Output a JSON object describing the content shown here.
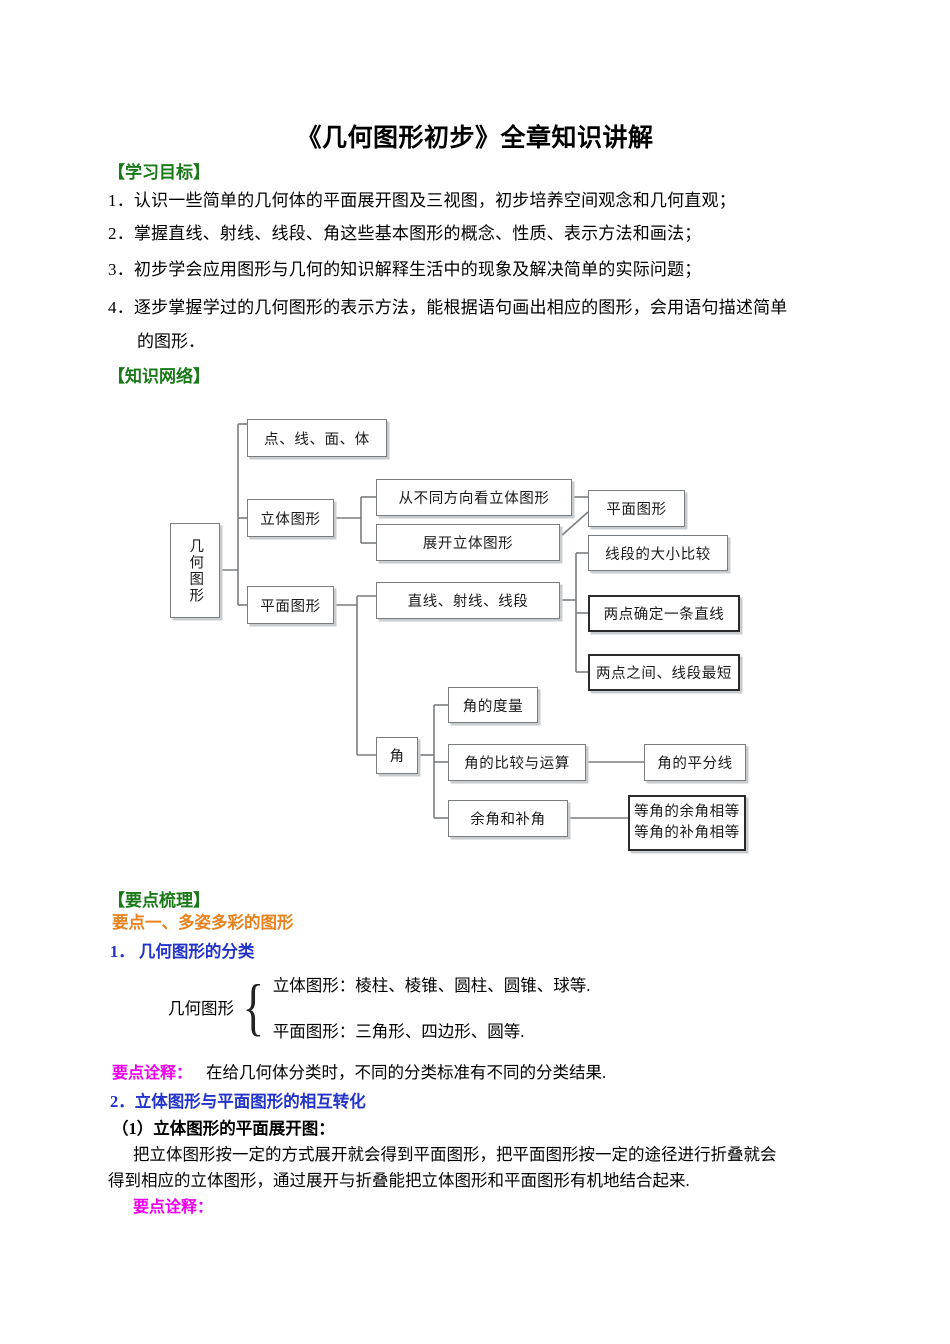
{
  "document": {
    "title": "《几何图形初步》全章知识讲解"
  },
  "sections": {
    "objectives_header": "【学习目标】",
    "network_header": "【知识网络】",
    "keypoints_header": "【要点梳理】"
  },
  "objectives": [
    "1．认识一些简单的几何体的平面展开图及三视图，初步培养空间观念和几何直观；",
    "2．掌握直线、射线、线段、角这些基本图形的概念、性质、表示方法和画法；",
    "3．初步学会应用图形与几何的知识解释生活中的现象及解决简单的实际问题；",
    "4．逐步掌握学过的几何图形的表示方法，能根据语句画出相应的图形，会用语句描述简单"
  ],
  "objective_wrap": "的图形．",
  "flowchart": {
    "root": "几何图形",
    "nodes": {
      "point_line_face_solid": "点、线、面、体",
      "solid_figure": "立体图形",
      "plane_figure_left": "平面图形",
      "view_from_directions": "从不同方向看立体图形",
      "unfold_solid": "展开立体图形",
      "plane_figure_right": "平面图形",
      "line_ray_segment": "直线、射线、线段",
      "segment_compare": "线段的大小比较",
      "two_points_line": "两点确定一条直线",
      "two_points_shortest": "两点之间、线段最短",
      "angle": "角",
      "angle_measure": "角的度量",
      "angle_compare": "角的比较与运算",
      "angle_bisector": "角的平分线",
      "complement_supplement": "余角和补角",
      "equal_complement": "等角的余角相等",
      "equal_supplement": "等角的补角相等"
    }
  },
  "keypoints": {
    "point_one": "要点一、多姿多彩的图形",
    "item1_title": "1．  几何图形的分类",
    "classification": {
      "label": "几何图形",
      "solid": "立体图形：棱柱、棱锥、圆柱、圆锥、球等.",
      "plane": "平面图形：三角形、四边形、圆等."
    },
    "annotation1_label": "要点诠释：",
    "annotation1_text": "在给几何体分类时，不同的分类标准有不同的分类结果.",
    "item2_title": "2．立体图形与平面图形的相互转化",
    "item2_sub": "（1）立体图形的平面展开图：",
    "item2_para_line1": "把立体图形按一定的方式展开就会得到平面图形，把平面图形按一定的途径进行折叠就会",
    "item2_para_line2": "得到相应的立体图形，通过展开与折叠能把立体图形和平面图形有机地结合起来.",
    "annotation2_label": "要点诠释："
  },
  "colors": {
    "section_green": "#1a7a1a",
    "heading_orange": "#E8821E",
    "heading_blue": "#2233CC",
    "annotation_magenta": "#EE00EE",
    "node_border": "#7a7d80",
    "node_border_thick": "#2b2b2b"
  }
}
